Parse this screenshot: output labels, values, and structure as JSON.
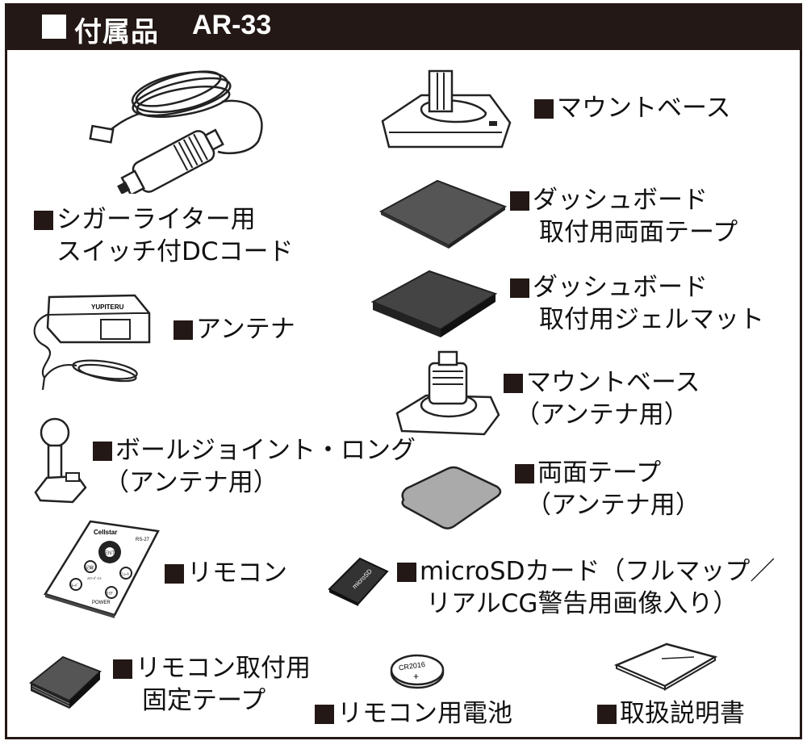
{
  "header": {
    "title": "付属品",
    "model": "AR-33"
  },
  "items": {
    "dc_cord": {
      "line1": "シガーライター用",
      "line2": "スイッチ付DCコード"
    },
    "mount_base": {
      "line1": "マウントベース"
    },
    "dash_tape": {
      "line1": "ダッシュボード",
      "line2": "取付用両面テープ"
    },
    "dash_gel": {
      "line1": "ダッシュボード",
      "line2": "取付用ジェルマット"
    },
    "antenna": {
      "line1": "アンテナ"
    },
    "mount_base_ant": {
      "line1": "マウントベース",
      "line2": "（アンテナ用）"
    },
    "ball_joint": {
      "line1": "ボールジョイント・ロング",
      "line2": "（アンテナ用）"
    },
    "tape_ant": {
      "line1": "両面テープ",
      "line2": "（アンテナ用）"
    },
    "remote": {
      "line1": "リモコン"
    },
    "microsd": {
      "line1": "microSDカード（フルマップ／",
      "line2": "リアルCG警告用画像入り）"
    },
    "remote_tape": {
      "line1": "リモコン取付用",
      "line2": "固定テープ"
    },
    "battery": {
      "line1": "リモコン用電池"
    },
    "manual": {
      "line1": "取扱説明書"
    }
  },
  "printed": {
    "antenna_brand": "YUPITERU",
    "remote_brand": "Cellstar",
    "remote_model": "RS-27",
    "remote_enter": "ENT",
    "remote_power": "POWER",
    "remote_btn_l": "記録",
    "remote_btn_r": "ﾐｭｰﾄ",
    "remote_btn_bl": "ﾓｰﾄﾞ",
    "remote_btn_br": "ｸﾘｱ",
    "remote_mid": "ﾒﾓﾘｰﾎﾟｲﾝﾄ",
    "battery_code": "CR2016",
    "battery_sign": "+",
    "sd_text": "microSD"
  }
}
